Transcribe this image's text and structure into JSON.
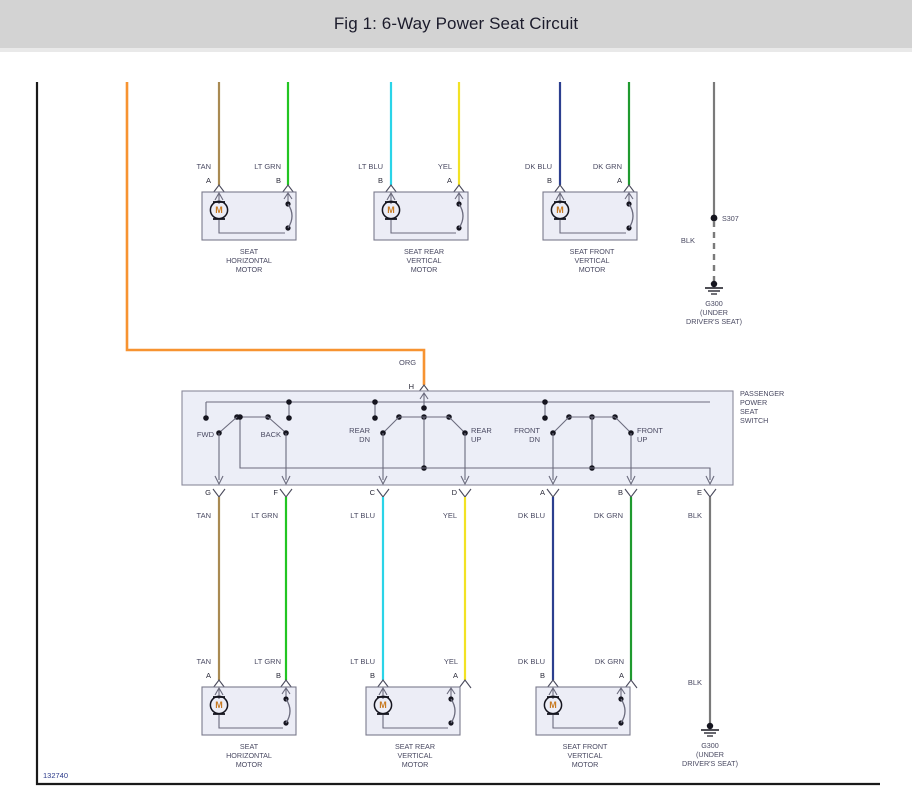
{
  "header": {
    "title": "Fig 1: 6-Way Power Seat Circuit"
  },
  "diagram": {
    "figure_id": "132740",
    "switch": {
      "name_lines": [
        "PASSENGER",
        "POWER",
        "SEAT",
        "SWITCH"
      ],
      "positions": [
        "FWD",
        "BACK",
        "REAR DN",
        "REAR UP",
        "FRONT DN",
        "FRONT UP"
      ],
      "position_labels": [
        {
          "key": "fwd",
          "line1": "FWD",
          "line2": ""
        },
        {
          "key": "back",
          "line1": "BACK",
          "line2": ""
        },
        {
          "key": "rear_dn",
          "line1": "REAR",
          "line2": "DN"
        },
        {
          "key": "rear_up",
          "line1": "REAR",
          "line2": "UP"
        },
        {
          "key": "front_dn",
          "line1": "FRONT",
          "line2": "DN"
        },
        {
          "key": "front_up",
          "line1": "FRONT",
          "line2": "UP"
        }
      ],
      "feed_terminal": "H",
      "feed_wire": "ORG",
      "output_terminals": [
        "G",
        "F",
        "C",
        "D",
        "A",
        "B",
        "E"
      ],
      "output_wires": [
        "TAN",
        "LT GRN",
        "LT BLU",
        "YEL",
        "DK BLU",
        "DK GRN",
        "BLK"
      ]
    },
    "motors_top": [
      {
        "name_lines": [
          "SEAT",
          "HORIZONTAL",
          "MOTOR"
        ],
        "left_terminal": "A",
        "left_wire": "TAN",
        "left_color": "#a98a52",
        "right_terminal": "B",
        "right_wire": "LT GRN",
        "right_color": "#22c522",
        "motor_glyph": "M"
      },
      {
        "name_lines": [
          "SEAT REAR",
          "VERTICAL",
          "MOTOR"
        ],
        "left_terminal": "B",
        "left_wire": "LT BLU",
        "left_color": "#2ad4e8",
        "right_terminal": "A",
        "right_wire": "YEL",
        "right_color": "#f2e224",
        "motor_glyph": "M"
      },
      {
        "name_lines": [
          "SEAT FRONT",
          "VERTICAL",
          "MOTOR"
        ],
        "left_terminal": "B",
        "left_wire": "DK BLU",
        "left_color": "#2c3f8f",
        "right_terminal": "A",
        "right_wire": "DK GRN",
        "right_color": "#1f9a2f",
        "motor_glyph": "M"
      }
    ],
    "motors_bottom": [
      {
        "name_lines": [
          "SEAT",
          "HORIZONTAL",
          "MOTOR"
        ],
        "left_terminal": "A",
        "left_wire": "TAN",
        "left_color": "#a98a52",
        "right_terminal": "B",
        "right_wire": "LT GRN",
        "right_color": "#22c522",
        "motor_glyph": "M"
      },
      {
        "name_lines": [
          "SEAT REAR",
          "VERTICAL",
          "MOTOR"
        ],
        "left_terminal": "B",
        "left_wire": "LT BLU",
        "left_color": "#2ad4e8",
        "right_terminal": "A",
        "right_wire": "YEL",
        "right_color": "#f2e224",
        "motor_glyph": "M"
      },
      {
        "name_lines": [
          "SEAT FRONT",
          "VERTICAL",
          "MOTOR"
        ],
        "left_terminal": "B",
        "left_wire": "DK BLU",
        "left_color": "#2c3f8f",
        "right_terminal": "A",
        "right_wire": "DK GRN",
        "right_color": "#1f9a2f",
        "motor_glyph": "M"
      }
    ],
    "grounds": [
      {
        "splice_label": "S307",
        "wire_label": "BLK",
        "ground_lines": [
          "G300",
          "(UNDER",
          "DRIVER'S SEAT)"
        ]
      },
      {
        "wire_label": "BLK",
        "ground_lines": [
          "G300",
          "(UNDER",
          "DRIVER'S SEAT)"
        ]
      }
    ],
    "colors": {
      "org": "#f79331",
      "tan": "#a98a52",
      "lt_grn": "#22c522",
      "lt_blu": "#2ad4e8",
      "yel": "#f2e224",
      "dk_blu": "#2c3f8f",
      "dk_grn": "#1f9a2f",
      "blk": "#7a7a7a",
      "border": "#1a1a1a",
      "header_bg": "#d3d3d3"
    }
  }
}
